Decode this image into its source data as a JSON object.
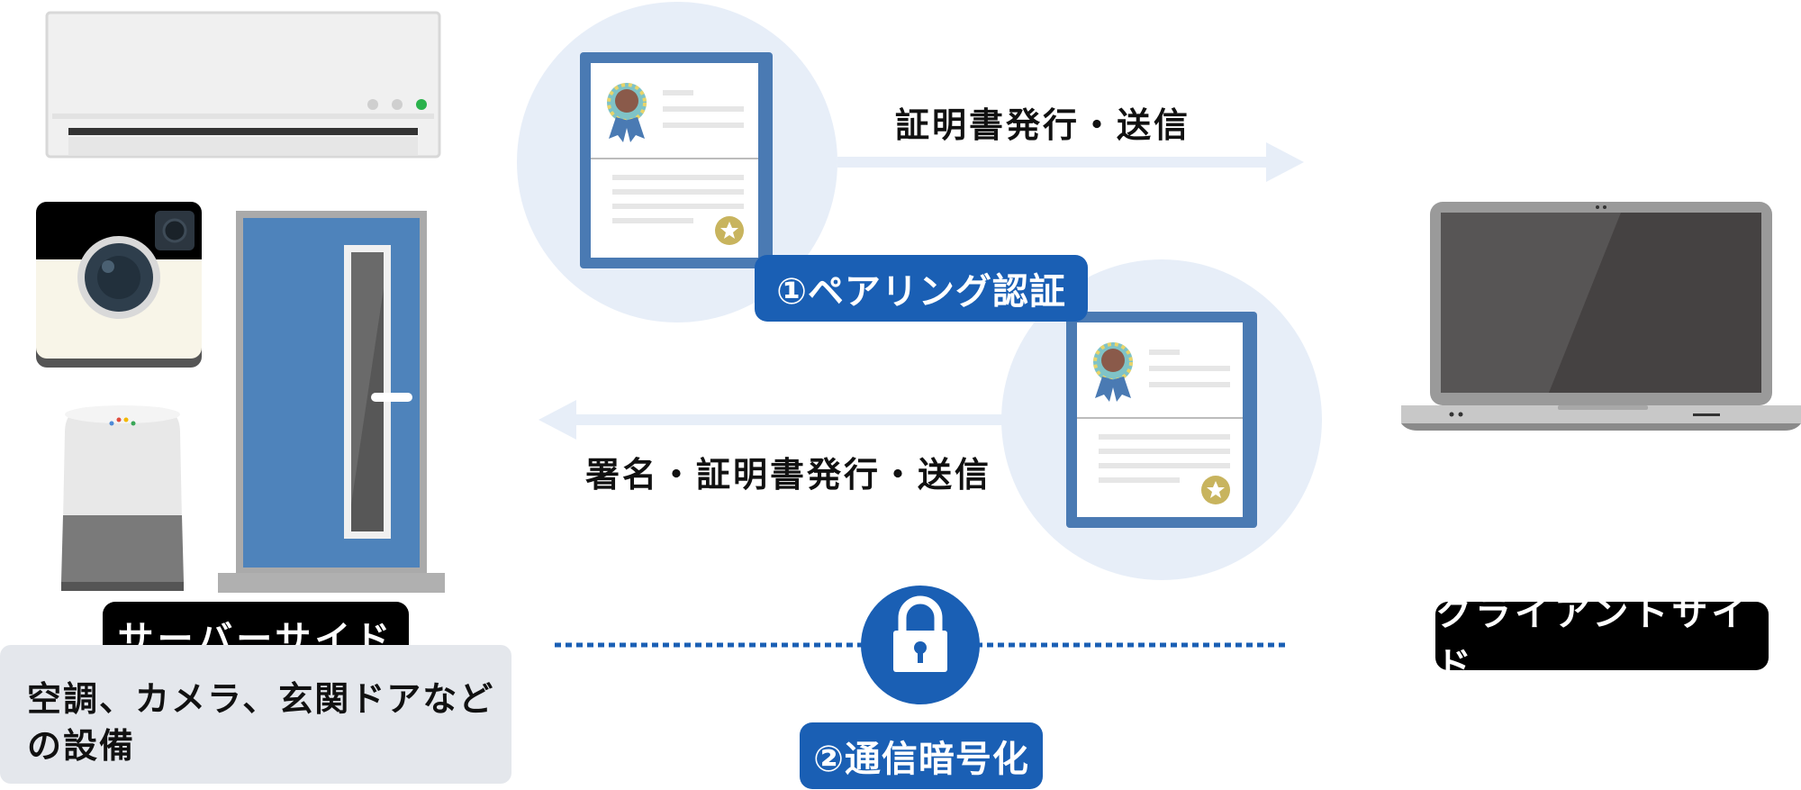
{
  "labels": {
    "server_side": "サーバーサイド",
    "client_side": "クライアントサイド",
    "pairing": "①ペアリング認証",
    "encryption": "②通信暗号化"
  },
  "arrows": {
    "top_caption": "証明書発行・送信",
    "bottom_caption": "署名・証明書発行・送信"
  },
  "server_devices_note": {
    "line1": "空調、カメラ、玄関ドアなど",
    "line2": "の設備"
  },
  "colors": {
    "blue_label": "#1a5fb4",
    "circle_bg": "#e7eef8",
    "door_blue": "#4e83bb",
    "cert_frame": "#4a7ab3"
  },
  "icons": [
    "air-conditioner-icon",
    "camera-icon",
    "door-icon",
    "smart-speaker-icon",
    "laptop-icon",
    "certificate-icon",
    "lock-icon"
  ]
}
